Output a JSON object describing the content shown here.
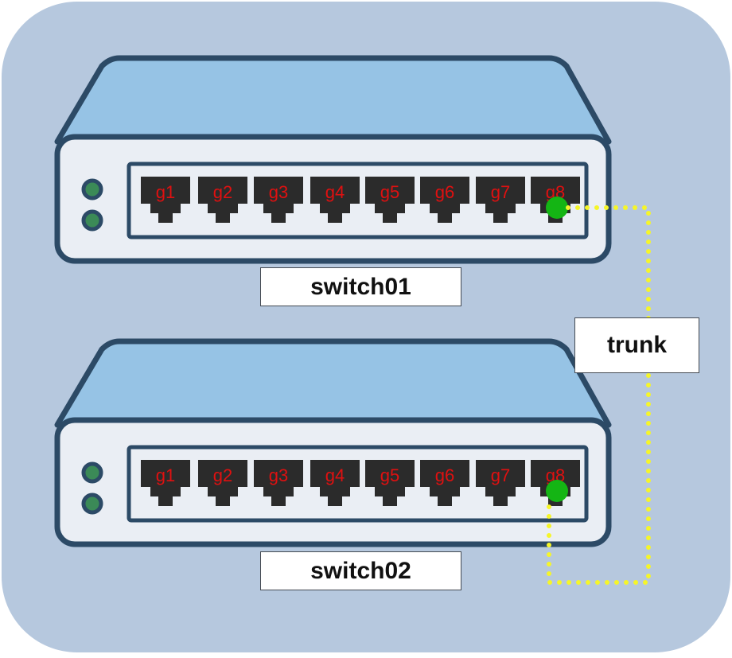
{
  "colors": {
    "background_panel": "#b6c8de",
    "device_top": "#96c3e5",
    "device_body": "#eaeef4",
    "device_outline": "#2c4a66",
    "port_fill": "#2b2b2b",
    "port_label": "#e01010",
    "led": "#3b8a57",
    "link_dot": "#14b514",
    "link_line": "#f5f52a"
  },
  "switches": [
    {
      "name": "switch01",
      "ports": [
        "g1",
        "g2",
        "g3",
        "g4",
        "g5",
        "g6",
        "g7",
        "g8"
      ],
      "connected_port": "g8"
    },
    {
      "name": "switch02",
      "ports": [
        "g1",
        "g2",
        "g3",
        "g4",
        "g5",
        "g6",
        "g7",
        "g8"
      ],
      "connected_port": "g8"
    }
  ],
  "link": {
    "label": "trunk",
    "from": "switch01.g8",
    "to": "switch02.g8",
    "style": "dotted"
  }
}
